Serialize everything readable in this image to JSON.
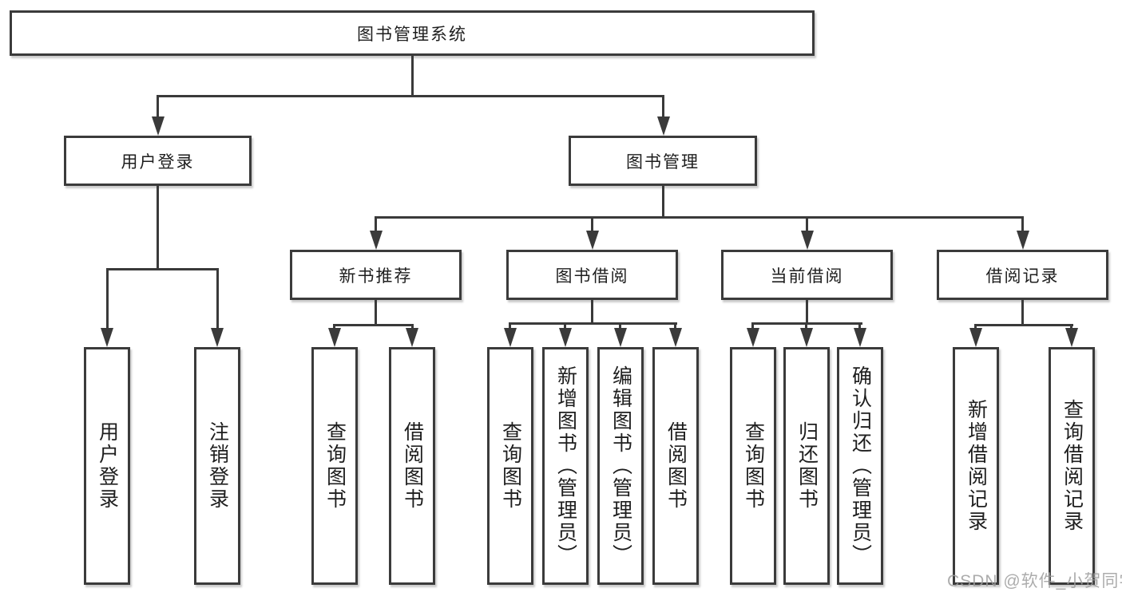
{
  "diagram": {
    "root": "图书管理系统",
    "branches": [
      {
        "label": "用户登录",
        "leaves": [
          "用户登录",
          "注销登录"
        ]
      },
      {
        "label": "图书管理",
        "children": [
          {
            "label": "新书推荐",
            "leaves": [
              "查询图书",
              "借阅图书"
            ]
          },
          {
            "label": "图书借阅",
            "leaves": [
              "查询图书",
              "新增图书（管理员）",
              "编辑图书（管理员）",
              "借阅图书"
            ]
          },
          {
            "label": "当前借阅",
            "leaves": [
              "查询图书",
              "归还图书",
              "确认归还（管理员）"
            ]
          },
          {
            "label": "借阅记录",
            "leaves": [
              "新增借阅记录",
              "查询借阅记录"
            ]
          }
        ]
      }
    ],
    "watermark": "CSDN @软件_小贺同学",
    "colors": {
      "line": "#3a3a3a",
      "border": "#3b3b3b",
      "text": "#1e1e1e",
      "watermark": "#9e9e9e",
      "background": "#ffffff"
    }
  }
}
